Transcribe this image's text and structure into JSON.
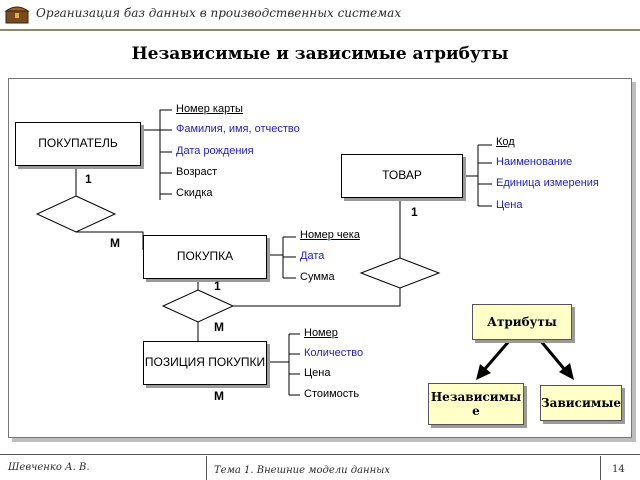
{
  "header": {
    "title": "Организация баз данных в производственных системах"
  },
  "slide": {
    "title": "Независимые и зависимые атрибуты"
  },
  "entities": {
    "customer": "ПОКУПАТЕЛЬ",
    "product": "ТОВАР",
    "purchase": "ПОКУПКА",
    "position": "ПОЗИЦИЯ ПОКУПКИ"
  },
  "attributes": {
    "customer": [
      "Номер карты",
      "Фамилия, имя, отчество",
      "Дата рождения",
      "Возраст",
      "Скидка"
    ],
    "product": [
      "Код",
      "Наименование",
      "Единица измерения",
      "Цена"
    ],
    "purchase": [
      "Номер чека",
      "Дата",
      "Сумма"
    ],
    "position": [
      "Номер",
      "Количество",
      "Цена",
      "Стоимость"
    ]
  },
  "cardinalities": {
    "customer_side": "1",
    "purchase_side_customer": "М",
    "product_side": "1",
    "purchase_side_position": "1",
    "position_side_purchase": "М",
    "position_side_product": "М"
  },
  "legend": {
    "root": "Атрибуты",
    "independent": "Независимые",
    "dependent": "Зависимые"
  },
  "footer": {
    "author": "Шевченко А. В.",
    "topic": "Тема 1. Внешние модели данных",
    "page": "14"
  },
  "colors": {
    "key_attr": "#000000",
    "independent_attr": "#1f1fbf",
    "dependent_attr": "#000000",
    "legend_fill": "#ffffc8"
  }
}
